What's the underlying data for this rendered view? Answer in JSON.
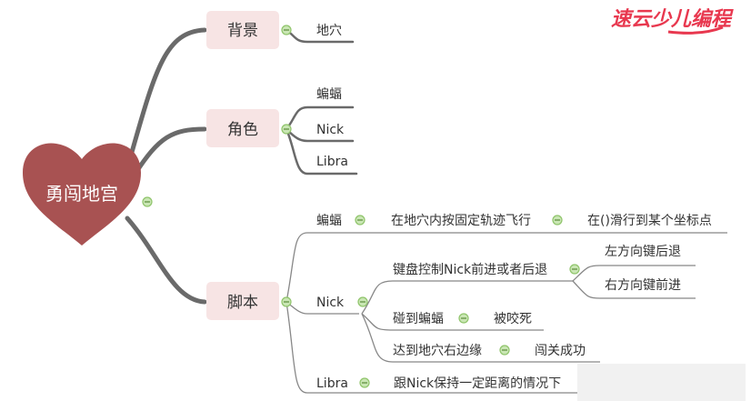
{
  "logo": {
    "text": "速云少儿编程",
    "color": "#e8384f"
  },
  "root": {
    "label": "勇闯地宫",
    "color": "#a85252"
  },
  "branches": {
    "background": {
      "label": "背景",
      "children": [
        "地穴"
      ]
    },
    "roles": {
      "label": "角色",
      "children": [
        "蝙蝠",
        "Nick",
        "Libra"
      ]
    },
    "script": {
      "label": "脚本",
      "bat": {
        "label": "蝙蝠",
        "step1": "在地穴内按固定轨迹飞行",
        "step2": "在()滑行到某个坐标点"
      },
      "nick": {
        "label": "Nick",
        "keyboard": {
          "label": "键盘控制Nick前进或者后退",
          "left": "左方向键后退",
          "right": "右方向键前进"
        },
        "hit": {
          "label": "碰到蝙蝠",
          "result": "被咬死"
        },
        "edge": {
          "label": "达到地穴右边缘",
          "result": "闯关成功"
        }
      },
      "libra": {
        "label": "Libra",
        "step1": "跟Nick保持一定距离的情况下"
      }
    }
  },
  "colors": {
    "node_bg": "#f7e4e4",
    "collapse": "#8fc46a"
  }
}
